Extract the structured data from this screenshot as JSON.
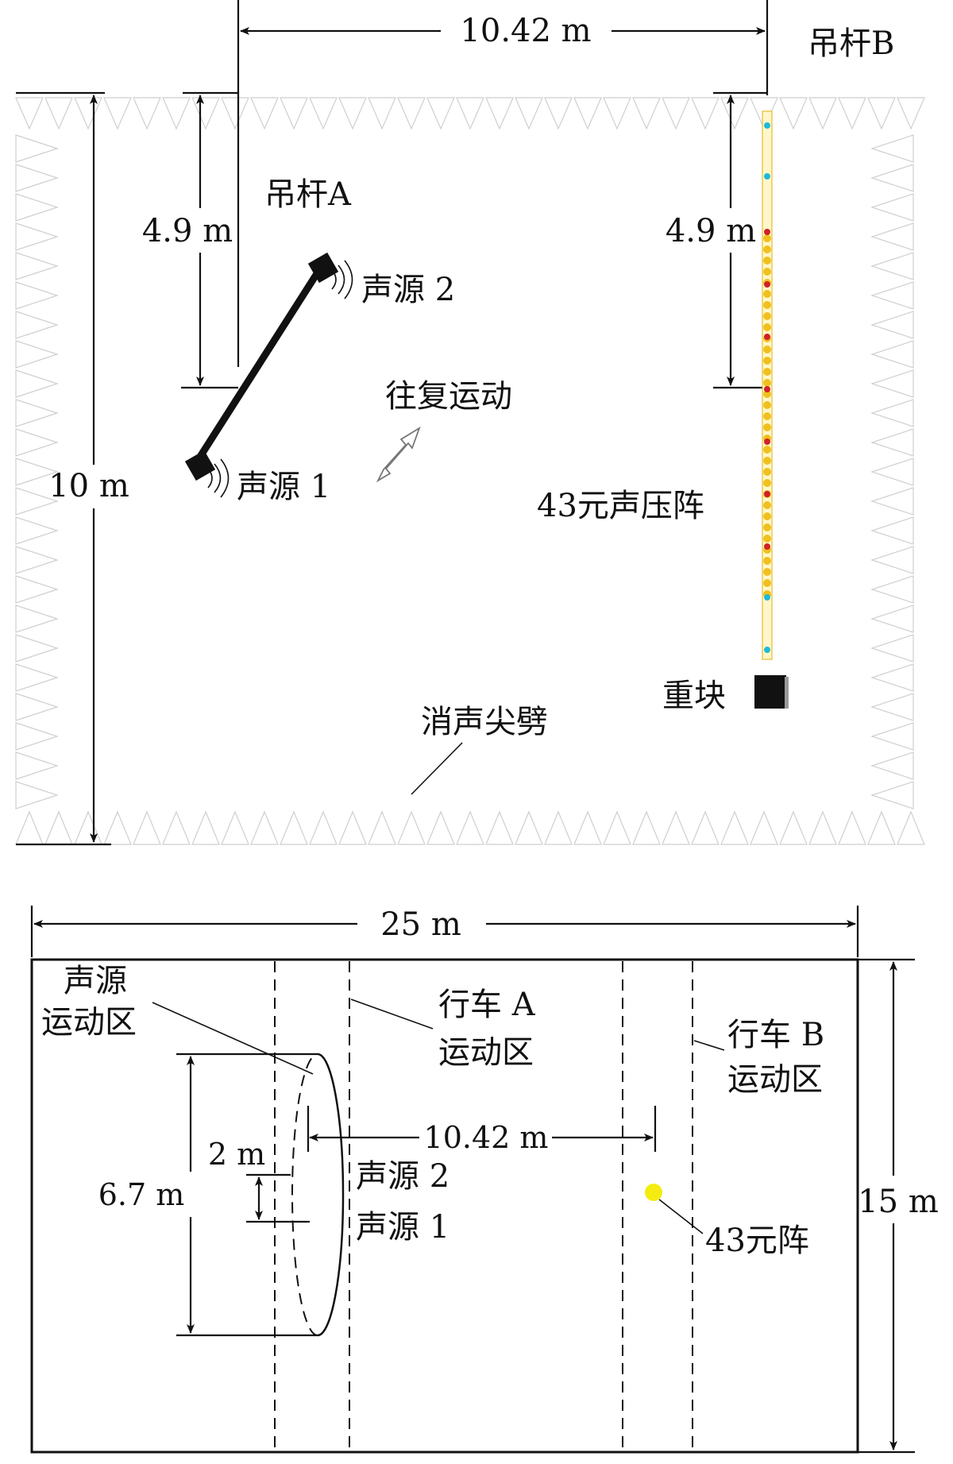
{
  "top_view": {
    "span_label": "10.42 m",
    "rod_b_label": "吊杆B",
    "rod_a_label": "吊杆A",
    "left_drop_label": "4.9 m",
    "right_drop_label": "4.9 m",
    "height_label": "10 m",
    "source2_label": "声源 2",
    "source1_label": "声源 1",
    "motion_label": "往复运动",
    "array_label": "43元声压阵",
    "weight_label": "重块",
    "wedge_label": "消声尖劈"
  },
  "plan_view": {
    "length_label": "25 m",
    "width_label": "15 m",
    "source_zone_label_1": "声源",
    "source_zone_label_2": "运动区",
    "crane_a_label_1": "行车 A",
    "crane_a_label_2": "运动区",
    "crane_b_label_1": "行车 B",
    "crane_b_label_2": "运动区",
    "spacing_label": "10.42 m",
    "gap_label": "2 m",
    "diameter_label": "6.7 m",
    "source2_label": "声源 2",
    "source1_label": "声源 1",
    "array_label": "43元阵"
  },
  "colors": {
    "array_body": "#f0c020",
    "array_dot_red": "#d0202a",
    "array_dot_cyan": "#20b8d8",
    "array_point": "#f4ec10",
    "ink": "#111111",
    "wedge_outline": "#cfcfcf"
  }
}
